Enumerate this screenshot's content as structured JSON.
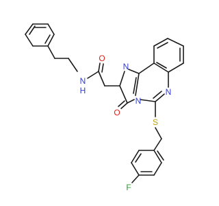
{
  "molecule": {
    "atoms": {
      "nitrogen_amide": "N",
      "hydrogen_amide": "H",
      "oxygen_amide": "O",
      "nitrogen_imidazole": "N",
      "nitrogen_bridge": "N",
      "nitrogen_quinazoline": "N",
      "oxygen_ketone": "O",
      "sulfur": "S",
      "fluorine": "F"
    },
    "colors": {
      "bond": "#1a1a1a",
      "nitrogen": "#2f3bd8",
      "oxygen": "#e0201b",
      "sulfur": "#b8a000",
      "fluorine": "#2e9a2e"
    }
  }
}
